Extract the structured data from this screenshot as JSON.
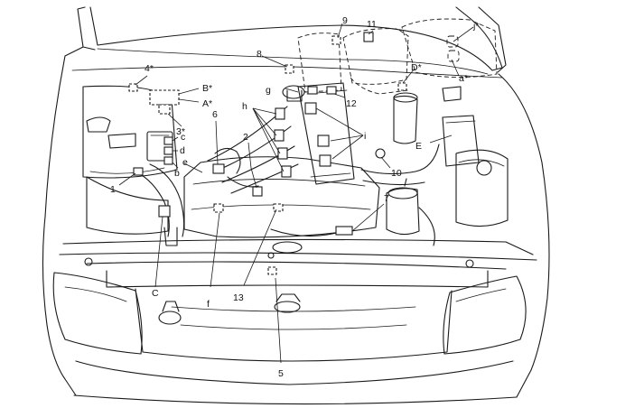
{
  "labels": {
    "n1": "1",
    "n2": "2",
    "n3": "3*",
    "n4": "4*",
    "n5": "5",
    "n6": "6",
    "n7": "7",
    "n8": "8",
    "n9": "9",
    "n10": "10",
    "n11": "11",
    "n12": "12",
    "n13": "13",
    "la": "a*",
    "lb": "b",
    "lc": "c",
    "ld": "d",
    "le": "e",
    "lf": "f",
    "lg": "g",
    "lh": "h",
    "li": "i",
    "lj": "j*",
    "A": "A*",
    "B": "B*",
    "C": "C",
    "D": "D*",
    "E": "E"
  }
}
